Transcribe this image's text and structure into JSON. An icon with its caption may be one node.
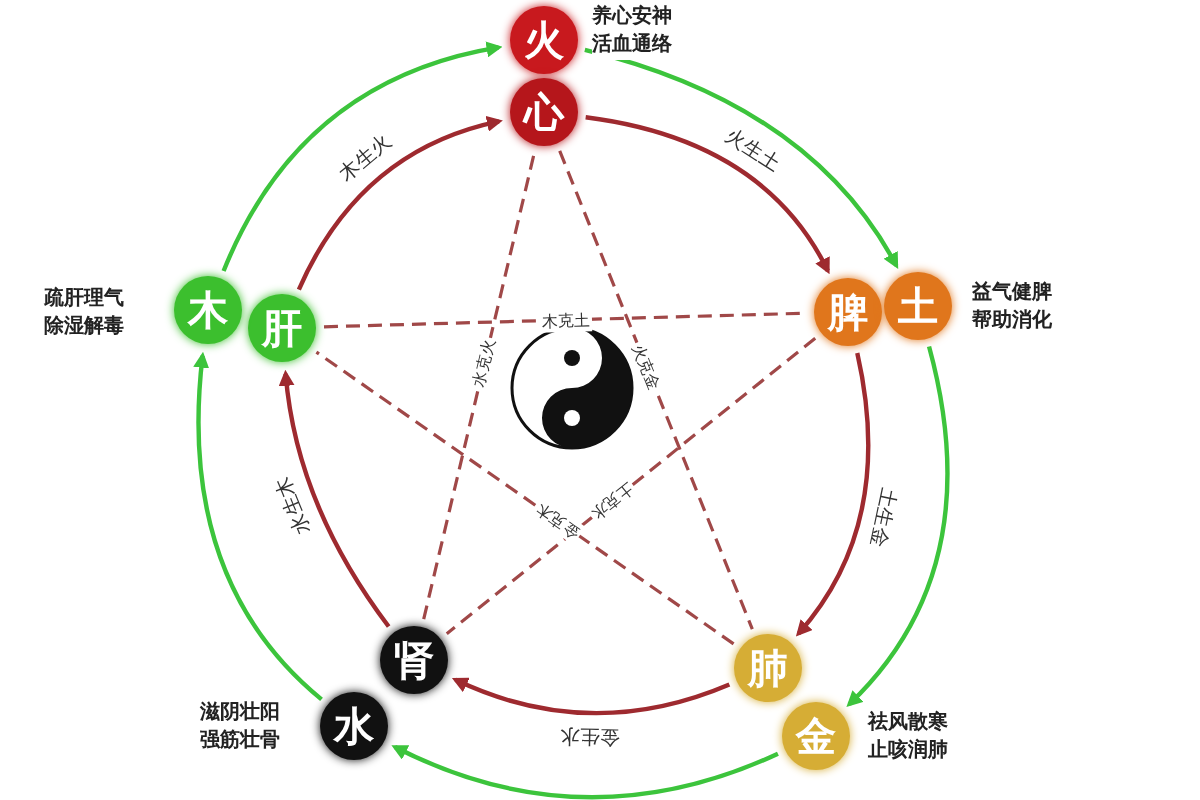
{
  "diagram": {
    "nodes": [
      {
        "text": [
          "火"
        ],
        "beside": [
          "养心安神活血通络"
        ]
      },
      {
        "text": [
          "心"
        ]
      },
      {
        "text": [
          "脾"
        ]
      },
      {
        "text": [
          "土"
        ],
        "beside": [
          "益气健脾帮助消化"
        ]
      },
      {
        "text": [
          "肺"
        ]
      },
      {
        "text": [
          "金"
        ],
        "beside": [
          "祛风散寒止咳润肺"
        ]
      },
      {
        "text": [
          "肾"
        ]
      },
      {
        "text": [
          "水"
        ],
        "beside": [
          "滋阴壮阳强筋壮骨"
        ]
      },
      {
        "text": [
          "肝"
        ]
      },
      {
        "text": [
          "木"
        ],
        "beside": [
          "疏肝理气除湿解毒"
        ]
      }
    ],
    "edges": [
      {
        "from": 9,
        "to": 0,
        "arrow": "to",
        "color": "#3cc43c"
      },
      {
        "from": 0,
        "to": 3,
        "arrow": "to",
        "color": "#3cc43c"
      },
      {
        "from": 3,
        "to": 5,
        "arrow": "to",
        "color": "#3cc43c"
      },
      {
        "from": 5,
        "to": 7,
        "arrow": "to",
        "color": "#3cc43c"
      },
      {
        "from": 7,
        "to": 9,
        "arrow": "to",
        "color": "#3cc43c"
      },
      {
        "from": 8,
        "to": 1,
        "arrow": "to",
        "label": "木生火",
        "color": "#9e2a2f"
      },
      {
        "from": 1,
        "to": 2,
        "arrow": "to",
        "label": "火生土",
        "color": "#9e2a2f"
      },
      {
        "from": 2,
        "to": 4,
        "arrow": "to",
        "label": "土生金",
        "color": "#9e2a2f"
      },
      {
        "from": 4,
        "to": 6,
        "arrow": "to",
        "label": "金生水",
        "color": "#9e2a2f"
      },
      {
        "from": 6,
        "to": 8,
        "arrow": "to",
        "label": "水生木",
        "color": "#9e2a2f"
      },
      {
        "from": 8,
        "to": 2,
        "arrow": "none",
        "style": "dashed",
        "label": "木克土",
        "color": "#a04848"
      },
      {
        "from": 6,
        "to": 1,
        "arrow": "none",
        "style": "dashed",
        "label": "水克火",
        "color": "#a04848"
      },
      {
        "from": 1,
        "to": 4,
        "arrow": "none",
        "style": "dashed",
        "label": "火克金",
        "color": "#a04848"
      },
      {
        "from": 4,
        "to": 8,
        "arrow": "none",
        "style": "dashed",
        "label": "金克木",
        "color": "#a04848"
      },
      {
        "from": 2,
        "to": 6,
        "arrow": "none",
        "style": "dashed",
        "label": "土克水",
        "color": "#a04848"
      }
    ]
  }
}
